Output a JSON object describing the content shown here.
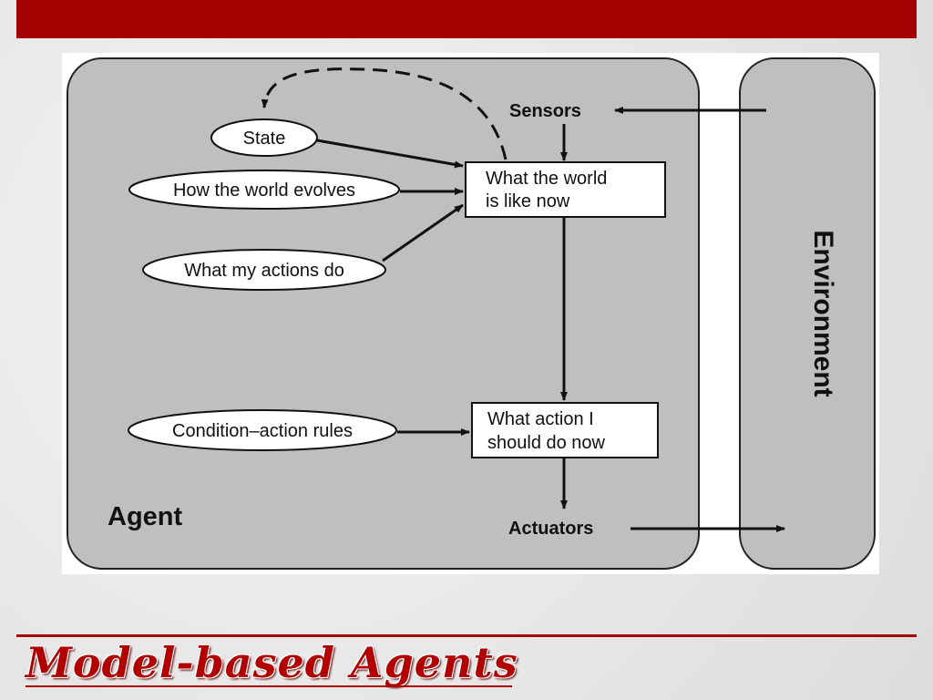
{
  "slide": {
    "title": "Model-based Agents",
    "accent_color": "#a50000"
  },
  "diagram": {
    "agent_label": "Agent",
    "environment_label": "Environment",
    "sensors_label": "Sensors",
    "actuators_label": "Actuators",
    "ovals": {
      "state": "State",
      "how_world_evolves": "How the world evolves",
      "what_actions_do": "What my actions do",
      "condition_action_rules": "Condition–action rules"
    },
    "boxes": {
      "world_now_line1": "What the world",
      "world_now_line2": "is like now",
      "action_now_line1": "What action I",
      "action_now_line2": "should do now"
    }
  }
}
